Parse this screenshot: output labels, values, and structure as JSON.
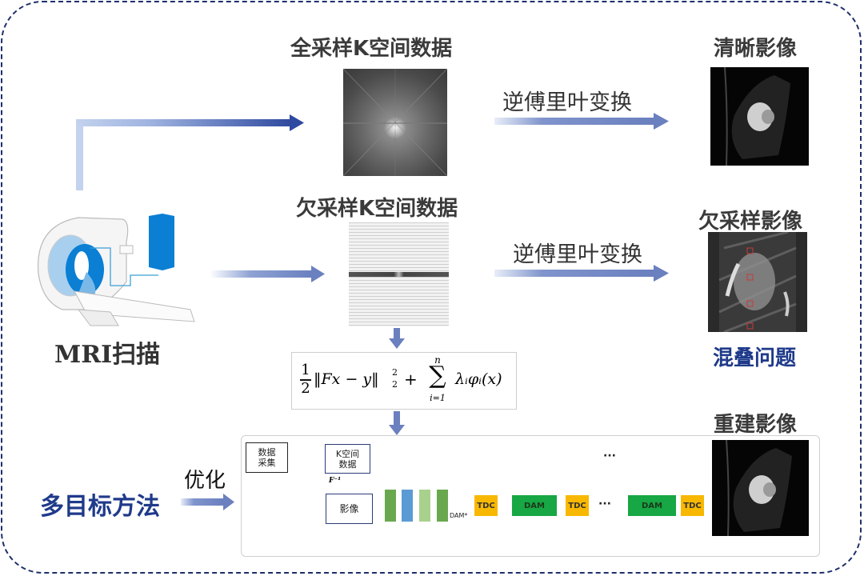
{
  "titles": {
    "full_kspace": "全采样K空间数据",
    "under_kspace": "欠采样K空间数据",
    "clear_image": "清晰影像",
    "under_image": "欠采样影像",
    "recon_image": "重建影像",
    "mri_scan": "MRI扫描",
    "aliasing": "混叠问题",
    "multi_objective": "多目标方法"
  },
  "arrows": {
    "ifft_top": "逆傅里叶变换",
    "ifft_mid": "逆傅里叶变换",
    "optimize": "优化"
  },
  "formula": {
    "frac_num": "1",
    "frac_den": "2",
    "norm_body": "‖Fx − y‖",
    "norm_sup": "2",
    "norm_sub": "2",
    "plus": "+",
    "sum_top": "n",
    "sum_sign": "∑",
    "sum_bottom": "i=1",
    "term": "λᵢφᵢ(x)"
  },
  "network": {
    "data_acq": "数据\n采集",
    "data_acq_l1": "数据",
    "data_acq_l2": "采集",
    "kspace_l1": "K空间",
    "kspace_l2": "数据",
    "image": "影像",
    "finv": "F⁻¹",
    "dam_star": "DAM*",
    "blocks": [
      {
        "type": "TDC",
        "label": "TDC"
      },
      {
        "type": "DAM",
        "label": "DAM"
      },
      {
        "type": "TDC",
        "label": "TDC"
      },
      {
        "type": "ellipsis",
        "label": "···"
      },
      {
        "type": "DAM",
        "label": "DAM"
      },
      {
        "type": "TDC",
        "label": "TDC"
      }
    ],
    "top_ellipsis": "···"
  },
  "colors": {
    "frame": "#1f2f6b",
    "arrow_dark": "#2f4aa0",
    "arrow_light": "#c0cfeb",
    "arrow_mid": "#6a80bf",
    "emphasis_blue": "#1f3a8a",
    "tdc": "#f8b800",
    "dam": "#17a744",
    "feedback": "#3f6fc4",
    "mri_blue": "#0a7fd4"
  }
}
